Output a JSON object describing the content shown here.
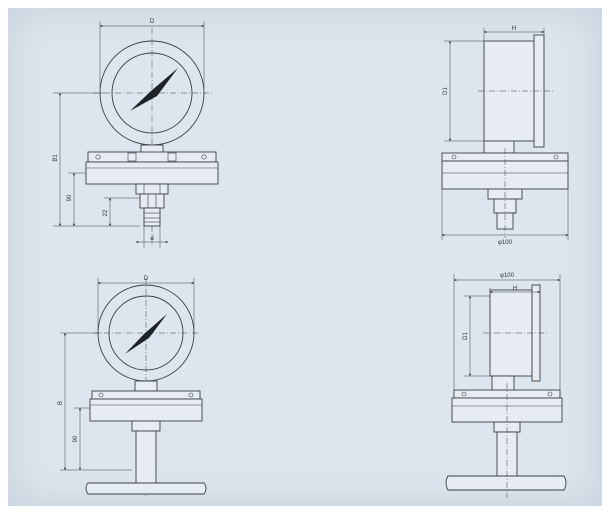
{
  "labels": {
    "tl_D": "D",
    "tl_B1": "B1",
    "tl_90": "90",
    "tl_22": "22",
    "tl_d": "d",
    "tr_H": "H",
    "tr_D1": "D1",
    "tr_phi100": "φ100",
    "bl_D": "D",
    "bl_B": "B",
    "bl_90": "90",
    "br_phi100": "φ100",
    "br_H": "H",
    "br_D1": "D1"
  },
  "colors": {
    "paper": "#dde6ee",
    "line": "#3a3f48",
    "needle": "#1f2328"
  }
}
